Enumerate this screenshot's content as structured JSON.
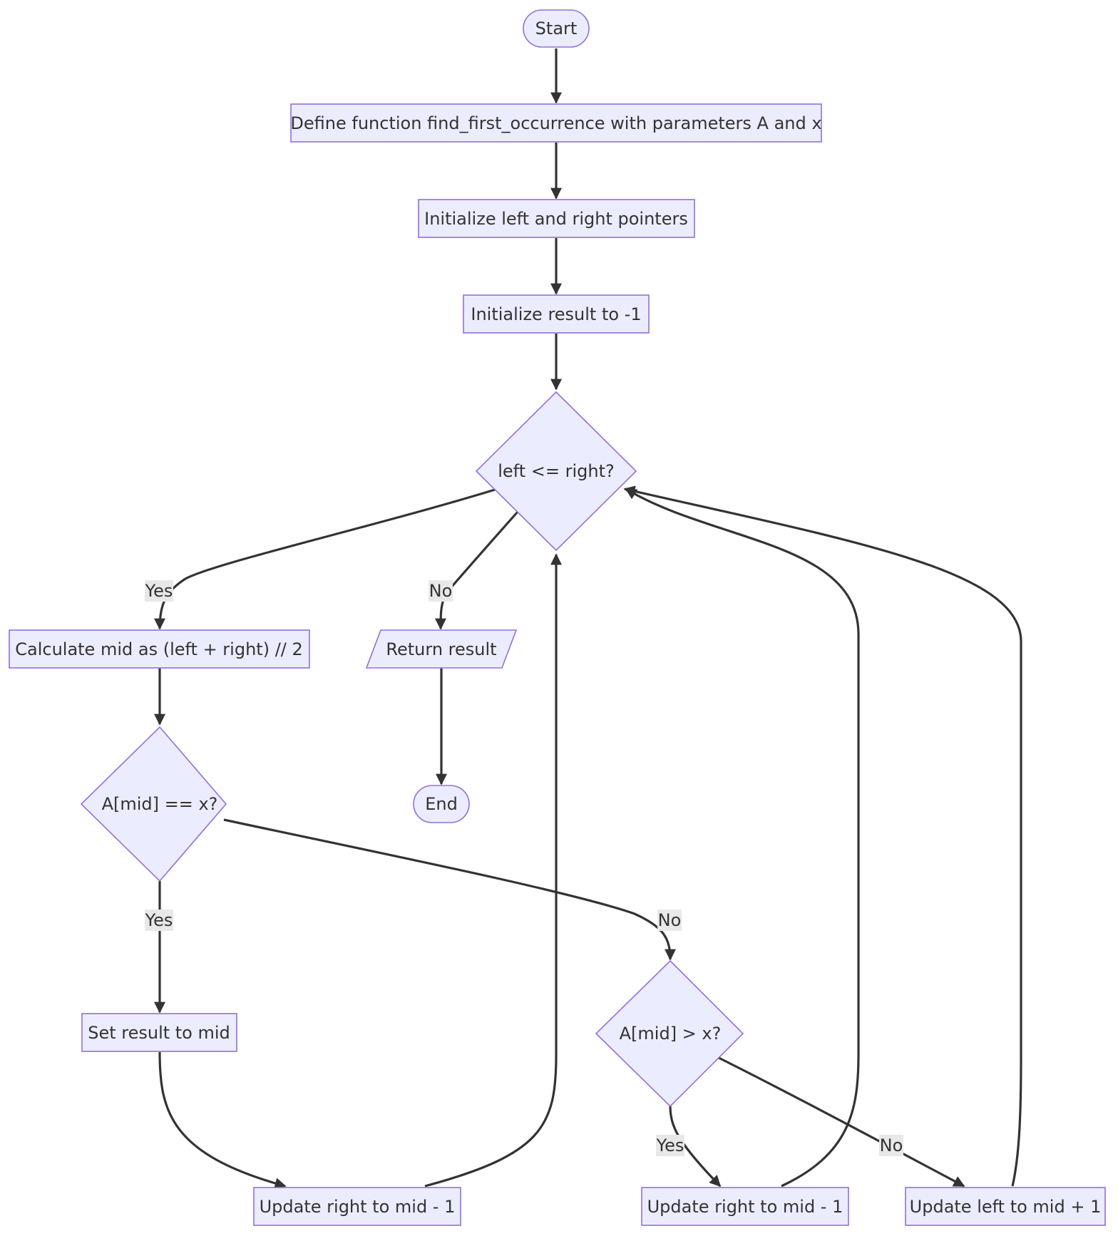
{
  "nodes": {
    "start": "Start",
    "define": "Define function find_first_occurrence with parameters A and x",
    "init_pointers": "Initialize left and right pointers",
    "init_result": "Initialize result to -1",
    "loop_check": "left <= right?",
    "calc_mid": "Calculate mid as (left + right) // 2",
    "return_result": "Return result",
    "end": "End",
    "check_equal": "A[mid] == x?",
    "set_result": "Set result to mid",
    "check_greater": "A[mid] > x?",
    "update_right_a": "Update right to mid - 1",
    "update_right_b": "Update right to mid - 1",
    "update_left": "Update left to mid + 1"
  },
  "edge_labels": {
    "loop_yes": "Yes",
    "loop_no": "No",
    "equal_yes": "Yes",
    "equal_no": "No",
    "greater_yes": "Yes",
    "greater_no": "No"
  },
  "colors": {
    "node_fill": "#ECECFF",
    "node_stroke": "#9370DB",
    "edge": "#333333",
    "label_bg": "#e8e8e8"
  }
}
